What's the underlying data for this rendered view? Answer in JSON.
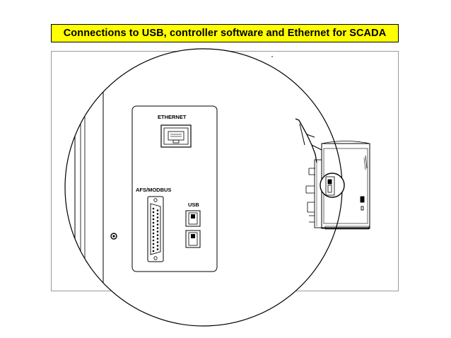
{
  "title": "Connections to USB, controller software and Ethernet for SCADA",
  "labels": {
    "ethernet": "ETHERNET",
    "afs_modbus": "AFS/MODBUS",
    "usb": "USB"
  },
  "colors": {
    "banner_background": "#ffff00",
    "banner_border": "#000000",
    "line": "#000000"
  },
  "icons": [
    "ethernet-port-icon",
    "db25-connector-icon",
    "usb-port-icon",
    "screw-icon",
    "machine-side-view-icon"
  ]
}
